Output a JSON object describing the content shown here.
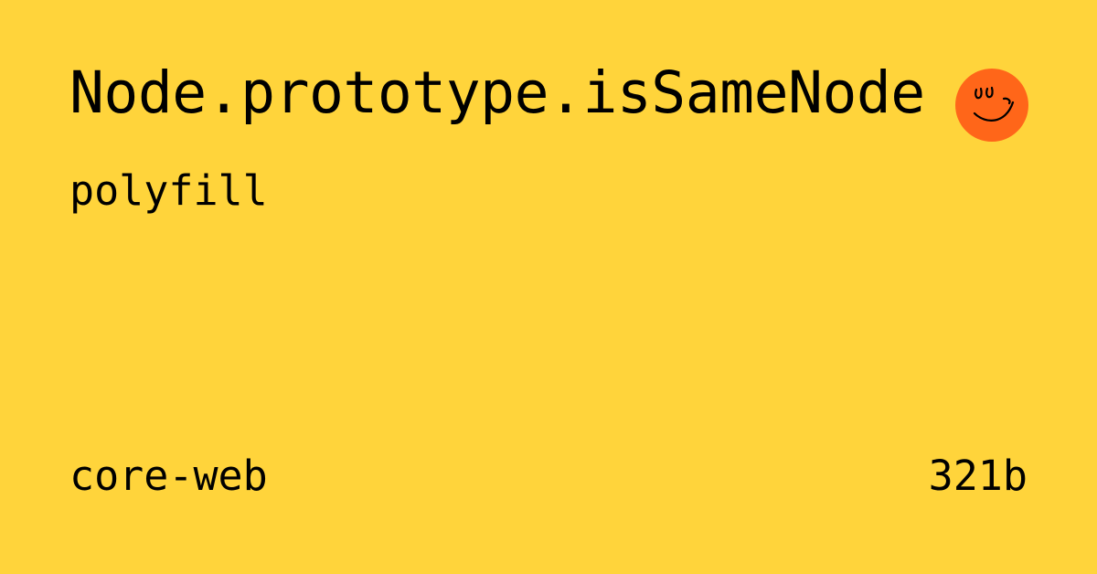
{
  "card": {
    "title": "Node.prototype.isSameNode",
    "subtitle": "polyfill",
    "package": "core-web",
    "size": "321b"
  },
  "logo": {
    "icon": "smiley-face-icon"
  },
  "colors": {
    "background": "#FFD43B",
    "text": "#000000",
    "logo_fill": "#FF6619"
  }
}
